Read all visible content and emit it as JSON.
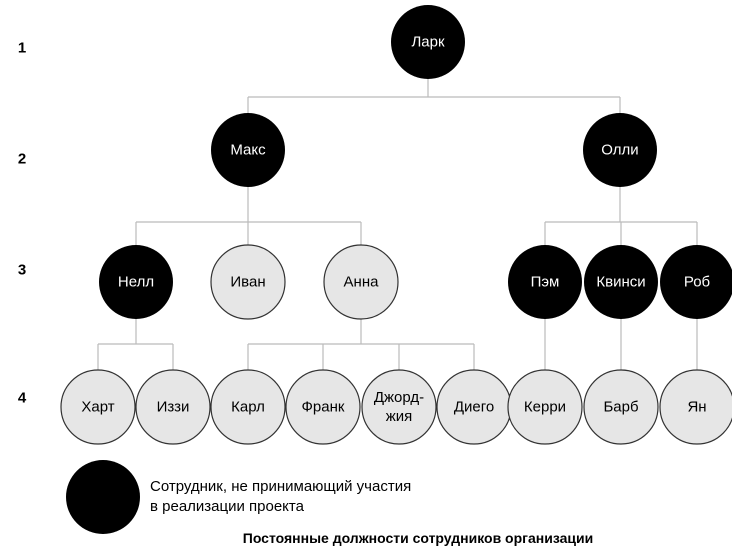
{
  "colors": {
    "dark_fill": "#000000",
    "light_fill": "#e6e6e6",
    "light_stroke": "#333333",
    "connector": "#bbbbbb",
    "dark_text": "#ffffff",
    "light_text": "#000000"
  },
  "levels": [
    "1",
    "2",
    "3",
    "4"
  ],
  "nodes": [
    {
      "id": "lark",
      "lines": [
        "Ларк"
      ],
      "style": "dark",
      "parent": null
    },
    {
      "id": "maks",
      "lines": [
        "Макс"
      ],
      "style": "dark",
      "parent": "lark"
    },
    {
      "id": "olli",
      "lines": [
        "Олли"
      ],
      "style": "dark",
      "parent": "lark"
    },
    {
      "id": "nell",
      "lines": [
        "Нелл"
      ],
      "style": "dark",
      "parent": "maks"
    },
    {
      "id": "ivan",
      "lines": [
        "Иван"
      ],
      "style": "light",
      "parent": "maks"
    },
    {
      "id": "anna",
      "lines": [
        "Анна"
      ],
      "style": "light",
      "parent": "maks"
    },
    {
      "id": "pem",
      "lines": [
        "Пэм"
      ],
      "style": "dark",
      "parent": "olli"
    },
    {
      "id": "kvinsi",
      "lines": [
        "Квинси"
      ],
      "style": "dark",
      "parent": "olli"
    },
    {
      "id": "rob",
      "lines": [
        "Роб"
      ],
      "style": "dark",
      "parent": "olli"
    },
    {
      "id": "hart",
      "lines": [
        "Харт"
      ],
      "style": "light",
      "parent": "nell"
    },
    {
      "id": "izzi",
      "lines": [
        "Иззи"
      ],
      "style": "light",
      "parent": "nell"
    },
    {
      "id": "karl",
      "lines": [
        "Карл"
      ],
      "style": "light",
      "parent": "anna"
    },
    {
      "id": "frank",
      "lines": [
        "Франк"
      ],
      "style": "light",
      "parent": "anna"
    },
    {
      "id": "dzhordzhiya",
      "lines": [
        "Джорд-",
        "жия"
      ],
      "style": "light",
      "parent": "anna"
    },
    {
      "id": "diego",
      "lines": [
        "Диего"
      ],
      "style": "light",
      "parent": "anna"
    },
    {
      "id": "kerri",
      "lines": [
        "Керри"
      ],
      "style": "light",
      "parent": "pem"
    },
    {
      "id": "barb",
      "lines": [
        "Барб"
      ],
      "style": "light",
      "parent": "kvinsi"
    },
    {
      "id": "yan",
      "lines": [
        "Ян"
      ],
      "style": "light",
      "parent": "rob"
    }
  ],
  "legend": {
    "line1": "Сотрудник, не принимающий участия",
    "line2": "в реализации проекта"
  },
  "caption": "Постоянные должности сотрудников организации"
}
